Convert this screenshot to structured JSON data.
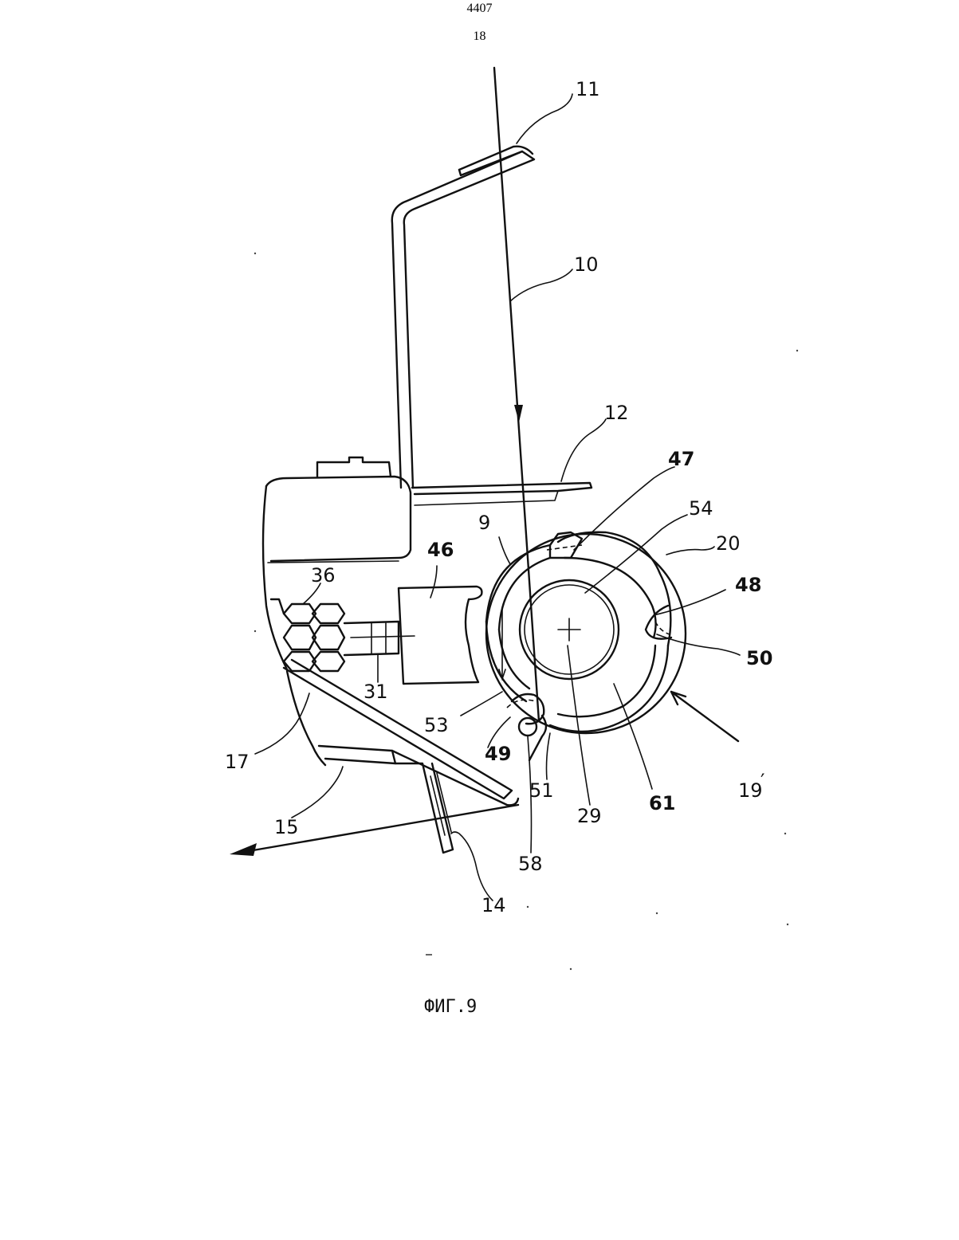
{
  "header": {
    "doc_number": "4407",
    "sheet_number": "18"
  },
  "figure": {
    "caption": "ФИГ.9",
    "labels": {
      "l11": "11",
      "l10": "10",
      "l12": "12",
      "l47": "47",
      "l54": "54",
      "l20": "20",
      "l46": "46",
      "l9": "9",
      "l36": "36",
      "l48": "48",
      "l50": "50",
      "l31": "31",
      "l53": "53",
      "l49": "49",
      "l51": "51",
      "l29": "29",
      "l61": "61",
      "l19": "19",
      "l19prime": "′",
      "l17": "17",
      "l15": "15",
      "l58": "58",
      "l14": "14"
    }
  }
}
